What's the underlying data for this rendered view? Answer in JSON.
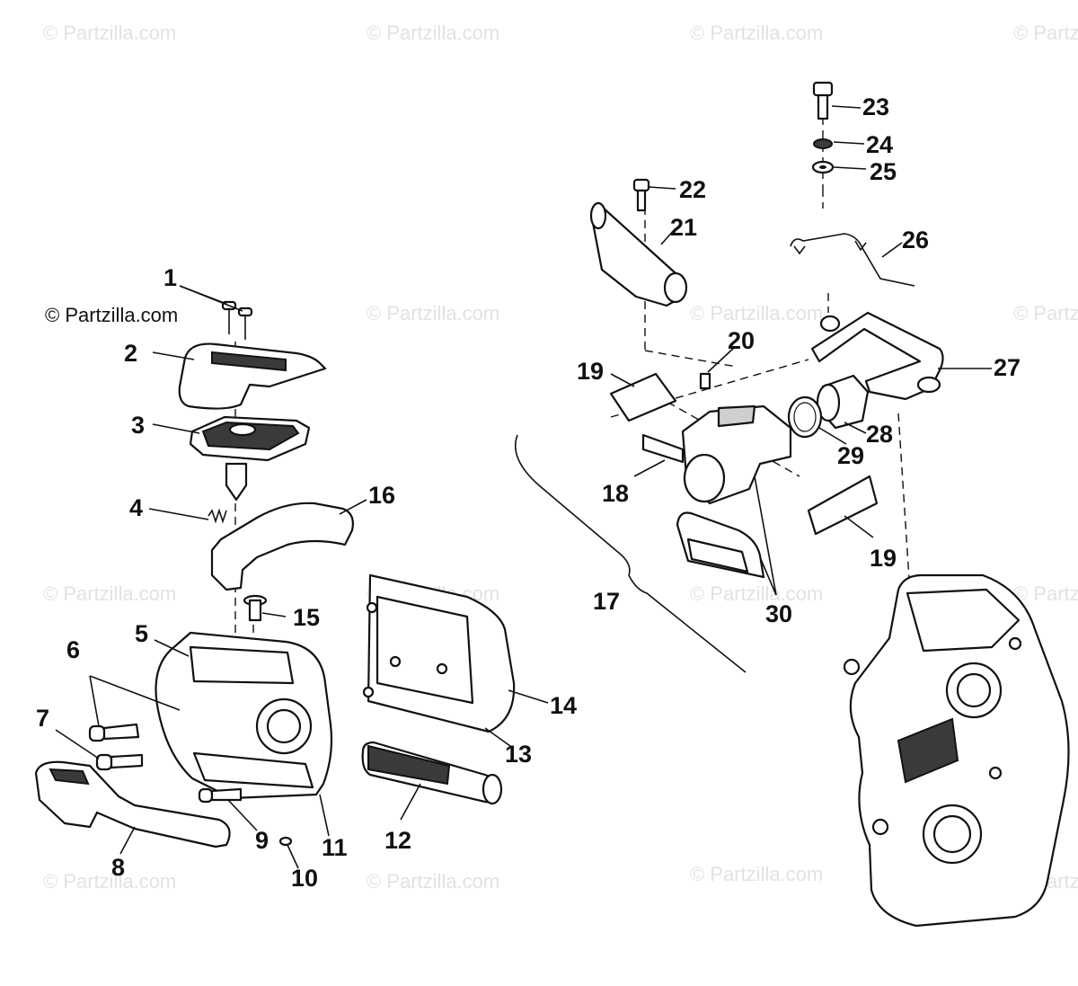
{
  "watermarks": {
    "text": "© Partzilla.com",
    "main_label": "© Partzilla.com"
  },
  "callouts": [
    "1",
    "2",
    "3",
    "4",
    "5",
    "6",
    "7",
    "8",
    "9",
    "10",
    "11",
    "12",
    "13",
    "14",
    "15",
    "16",
    "17",
    "18",
    "19",
    "19",
    "20",
    "21",
    "22",
    "23",
    "24",
    "25",
    "26",
    "27",
    "28",
    "29",
    "30"
  ],
  "colors": {
    "line": "#111111",
    "fill_light": "#ffffff",
    "fill_grey": "#cfcfcf",
    "watermark": "#e2e2e2"
  }
}
